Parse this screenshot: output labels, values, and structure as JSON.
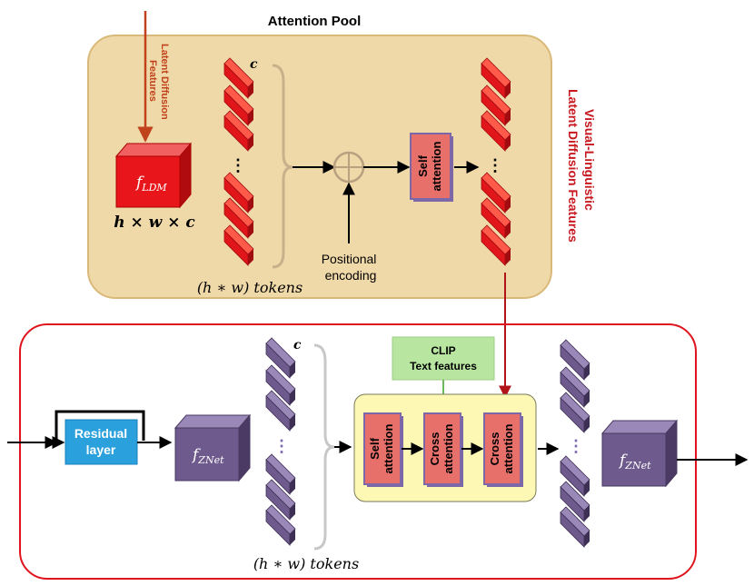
{
  "top": {
    "title": "Attention Pool",
    "input_label_line1": "Latent Diffusion",
    "input_label_line2": "Features",
    "ldm_symbol": "f",
    "ldm_subscript": "LDM",
    "dims": "h × w × c",
    "c_label": "c",
    "tokens_label": "(h ∗ w) tokens",
    "pos_line1": "Positional",
    "pos_line2": "encoding",
    "self_attn_line1": "Self",
    "self_attn_line2": "attention",
    "side_line1": "Visual-Linguistic",
    "side_line2": "Latent Diffusion Features"
  },
  "bottom": {
    "residual_line1": "Residual",
    "residual_line2": "layer",
    "znet_symbol": "f",
    "znet_subscript": "ZNet",
    "c_label": "c",
    "tokens_label": "(h ∗ w) tokens",
    "clip_line1": "CLIP",
    "clip_line2": "Text features",
    "blocks": [
      {
        "line1": "Self",
        "line2": "attention"
      },
      {
        "line1": "Cross",
        "line2": "attention"
      },
      {
        "line1": "Cross",
        "line2": "attention"
      }
    ],
    "out_symbol": "f",
    "out_subscript": "ZNet"
  },
  "colors": {
    "top_panel": "#f0d9a8",
    "top_border": "#d9b979",
    "bottom_border": "#e0141c",
    "ldm_red": "#e8161a",
    "token_red": "#e0161a",
    "token_purple": "#6e5a8c",
    "attn_block": "#e8706a",
    "attn_border": "#7c68a8",
    "residual": "#2aa0dc",
    "clip_green": "#b8e6a0",
    "yellow_box": "#fdf9b4",
    "side_text": "#c81820",
    "input_arrow": "#c0421c"
  }
}
